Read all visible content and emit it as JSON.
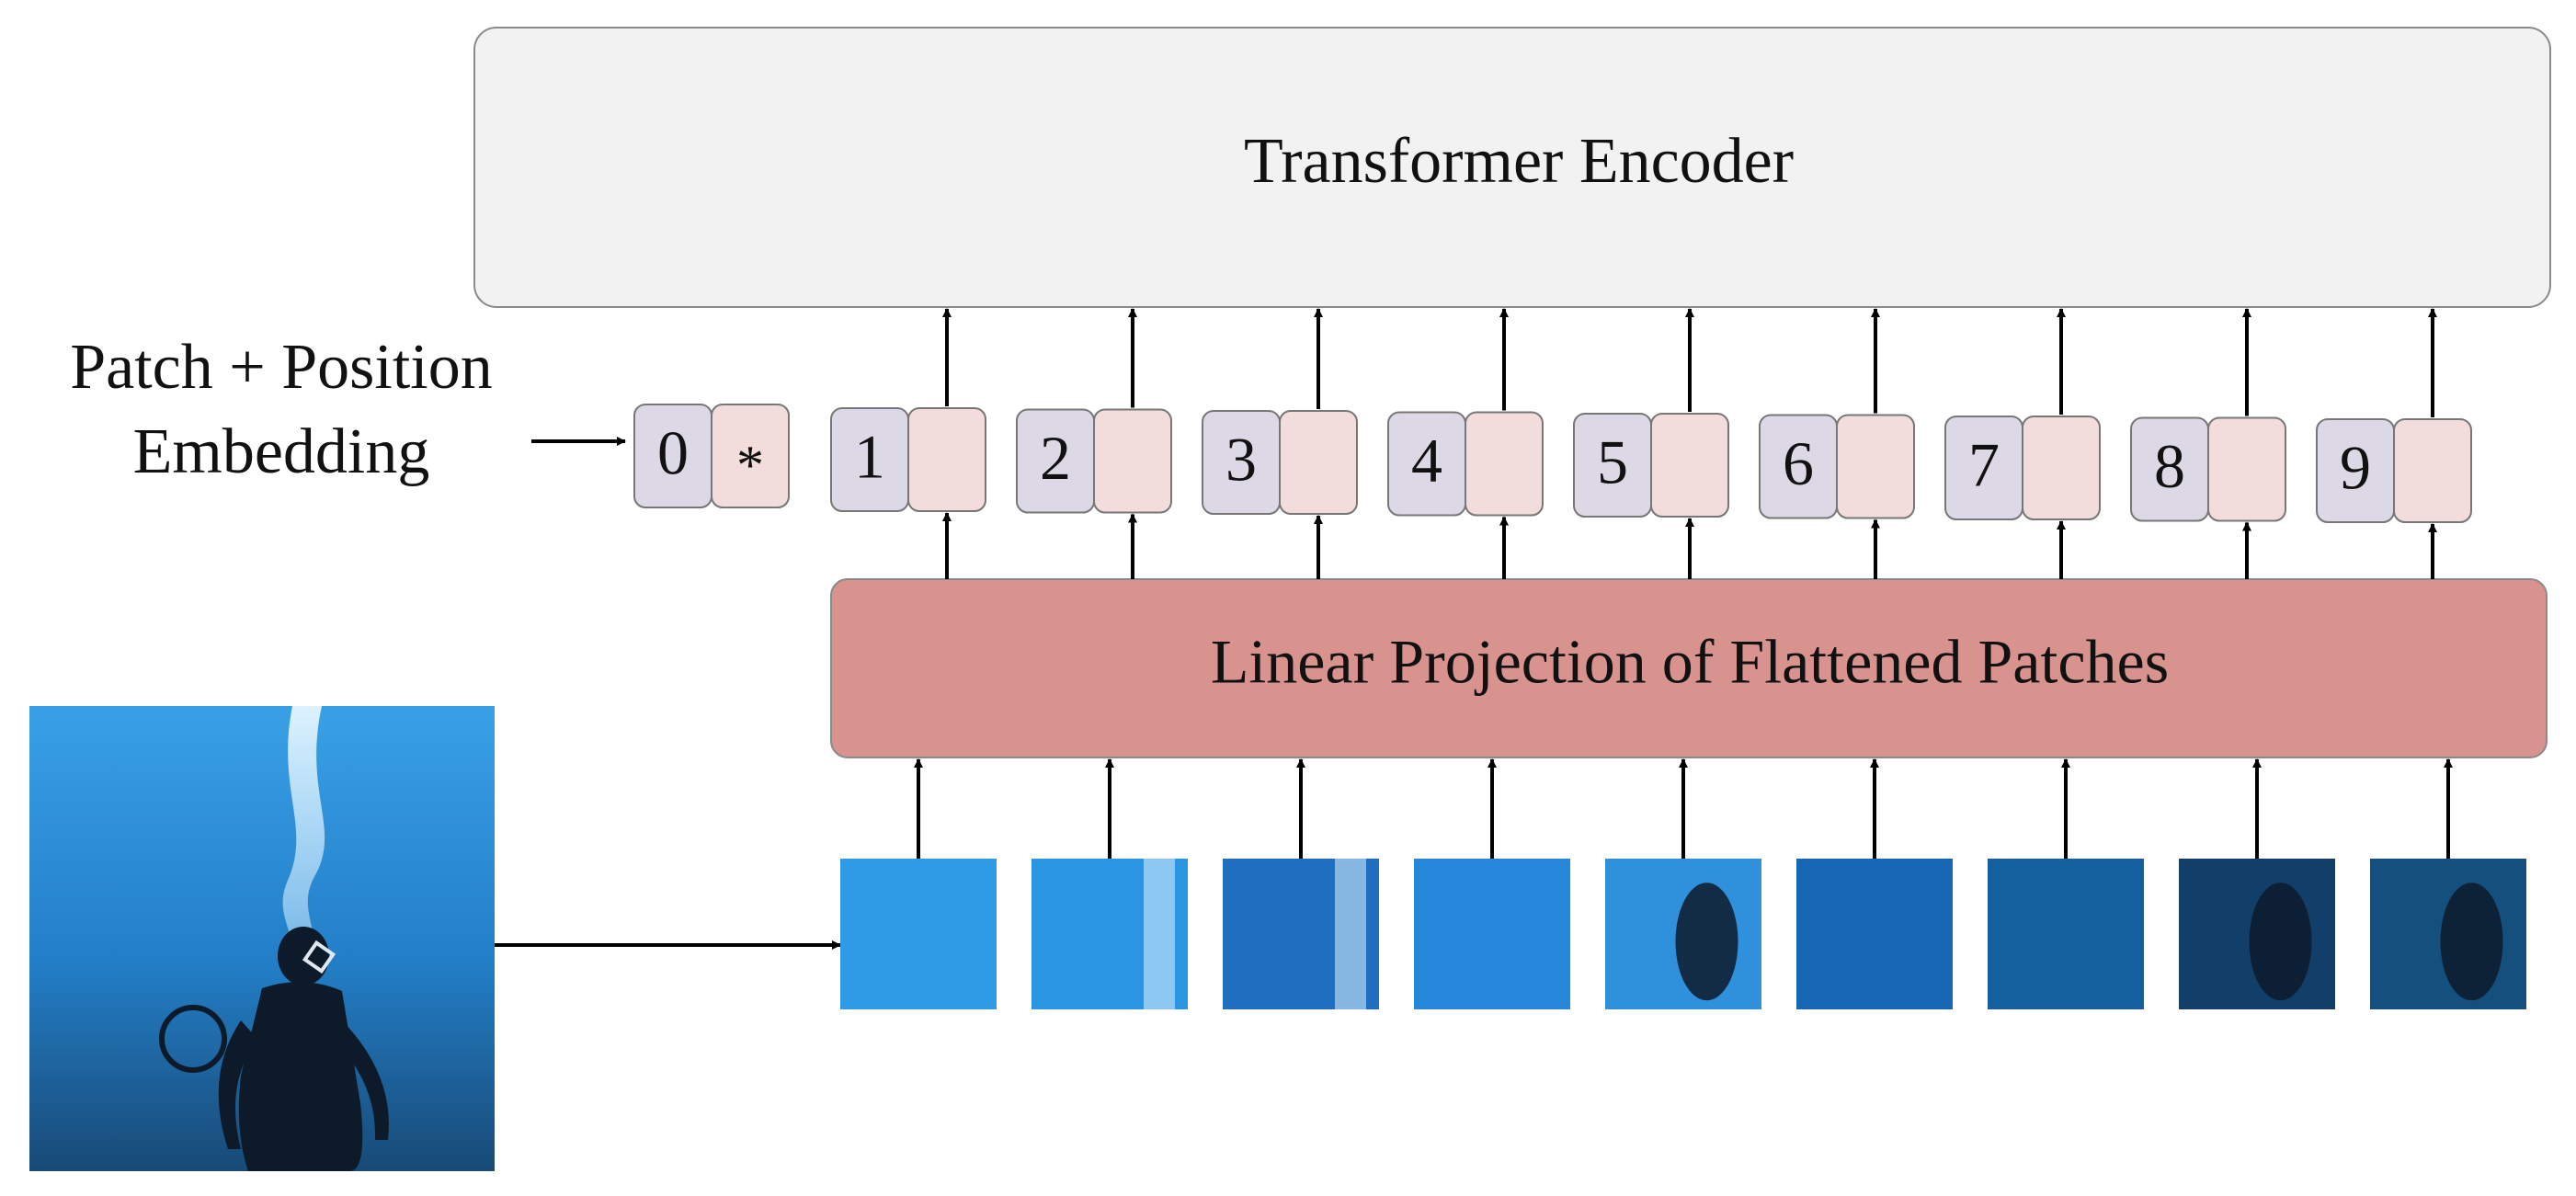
{
  "encoder": {
    "label": "Transformer Encoder",
    "fill": "#f2f2f2"
  },
  "projection": {
    "label": "Linear Projection of Flattened Patches",
    "fill": "#d9938f"
  },
  "embedding_label": {
    "line1": "Patch + Position",
    "line2": "Embedding"
  },
  "class_token": {
    "index": "0",
    "marker": "*"
  },
  "tokens": [
    "1",
    "2",
    "3",
    "4",
    "5",
    "6",
    "7",
    "8",
    "9"
  ],
  "colors": {
    "position_box": "#dcd8e6",
    "patch_box": "#f2dcdc",
    "water_light": "#2f9be8",
    "water_dark": "#0b4f8a"
  },
  "input_image": {
    "subject": "scuba diver underwater with air bubbles"
  }
}
